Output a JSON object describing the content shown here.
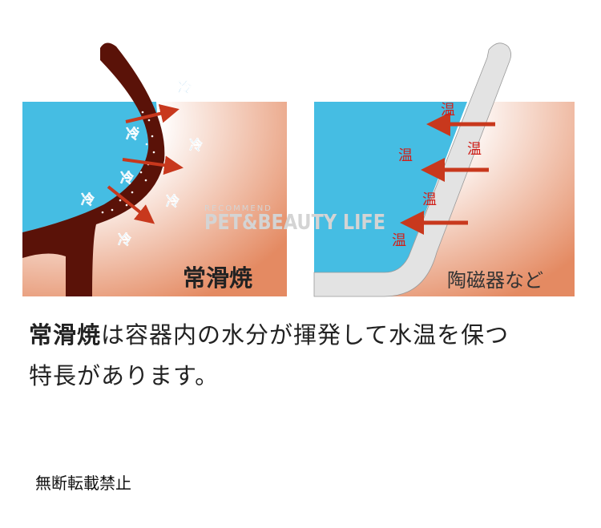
{
  "left_panel": {
    "label": "常滑焼",
    "marker": "冷",
    "colors": {
      "water": "#45bde3",
      "pot": "#5a1208",
      "arrow": "#c8381d",
      "marker": "#1a8ad0",
      "background": "#e8906a"
    }
  },
  "right_panel": {
    "label": "陶磁器など",
    "marker": "温",
    "colors": {
      "water": "#45bde3",
      "wall": "#e3e3e3",
      "arrow": "#c8381d",
      "marker": "#d0201a",
      "background": "#e8906a"
    }
  },
  "watermark": {
    "top": "RECOMMEND",
    "main": "PET&BEAUTY LIFE"
  },
  "caption": {
    "highlight": "常滑焼",
    "line1_rest": "は容器内の水分が揮発して水温を保つ",
    "line2": "特長があります。"
  },
  "notice": "無断転載禁止"
}
